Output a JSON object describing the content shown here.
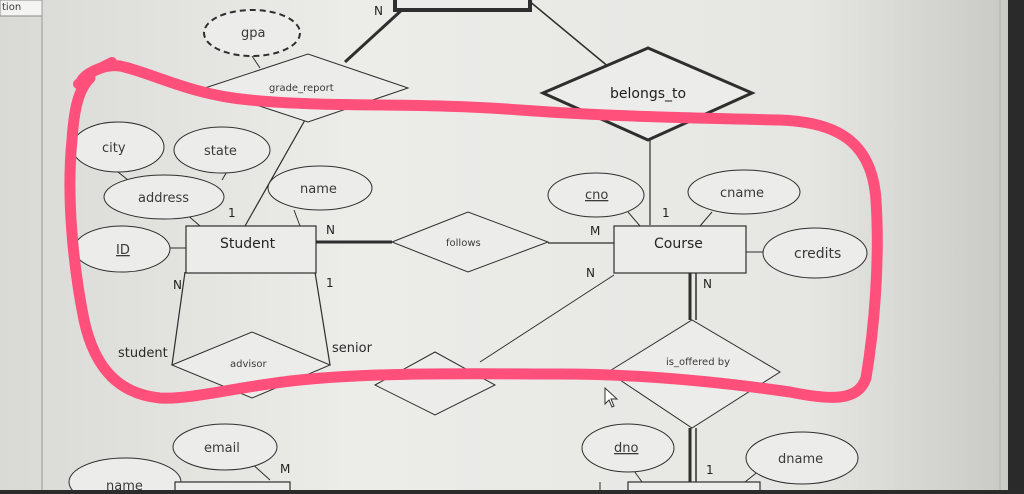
{
  "corner_label": "tion",
  "attributes": {
    "gpa": "gpa",
    "city": "city",
    "state": "state",
    "address": "address",
    "student_name": "name",
    "id": "ID",
    "cno": "cno",
    "cname": "cname",
    "credits": "credits",
    "email": "email",
    "lower_name": "name",
    "dno": "dno",
    "dname": "dname"
  },
  "relationships": {
    "grade_report": "grade_report",
    "belongs_to": "belongs_to",
    "follows": "follows",
    "advisor": "advisor",
    "is_offered_by": "is_offered by"
  },
  "entities": {
    "student": "Student",
    "course": "Course"
  },
  "roles": {
    "student": "student",
    "senior": "senior"
  },
  "cardinalities": {
    "top_n": "N",
    "student_1": "1",
    "follows_n": "N",
    "follows_m": "M",
    "course_1": "1",
    "course_n": "N",
    "course_n2": "N",
    "advisor_n": "N",
    "advisor_1": "1",
    "bottom_m": "M",
    "dept_1": "1"
  },
  "colors": {
    "paper": "#e9e9e7",
    "ink": "#2e2e2e",
    "highlight": "#ff4f7b",
    "frame": "#2b2b2b"
  }
}
